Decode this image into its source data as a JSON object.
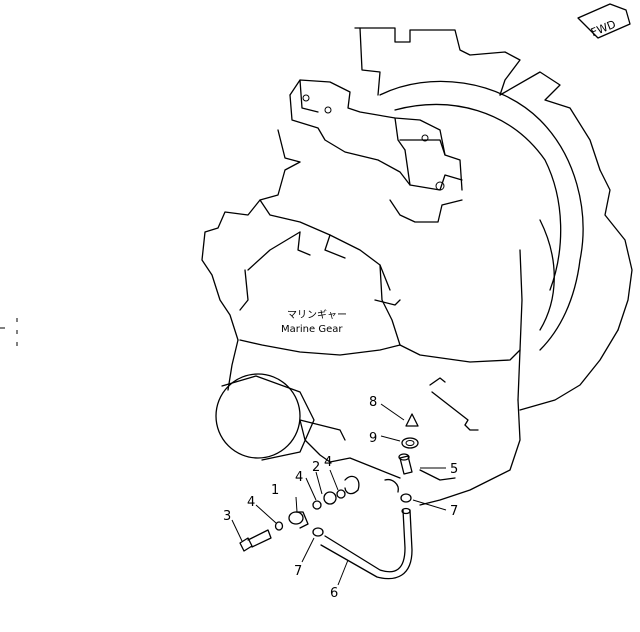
{
  "diagram": {
    "direction_tag": "FWD",
    "component_label_jp": "マリンギャー",
    "component_label_en": "Marine Gear",
    "callouts": {
      "c1": "1",
      "c2": "2",
      "c3": "3",
      "c4a": "4",
      "c4b": "4",
      "c4c": "4",
      "c5": "5",
      "c6": "6",
      "c7a": "7",
      "c7b": "7",
      "c8": "8",
      "c9": "9"
    }
  }
}
